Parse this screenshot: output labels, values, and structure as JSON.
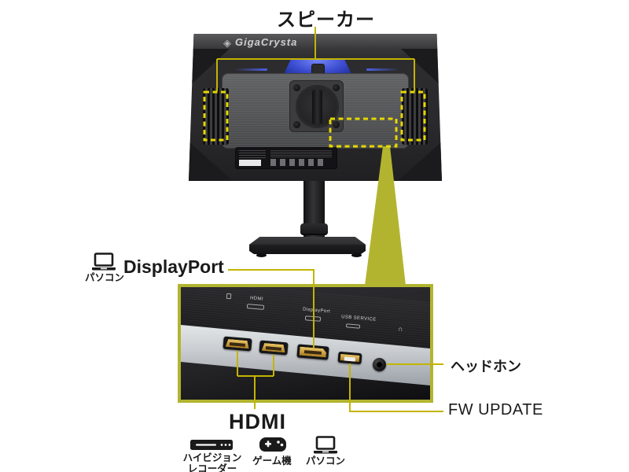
{
  "colors": {
    "callout_line": "#c3b400",
    "dashed_box": "#e6d800",
    "wedge": "#b2b430",
    "label_text": "#1a1a1a",
    "blue_glow": "#4d5fe8"
  },
  "monitor": {
    "brand_logo": "GigaCrysta"
  },
  "callouts": {
    "speaker": "スピーカー",
    "displayport": "DisplayPort",
    "displayport_source": "パソコン",
    "hdmi": "HDMI",
    "headphone": "ヘッドホン",
    "fw_update": "FW UPDATE"
  },
  "port_prints": {
    "hdmi": "HDMI",
    "displayport": "DisplayPort",
    "usb": "USB SERVICE"
  },
  "devices": [
    {
      "icon": "recorder-icon",
      "line1": "ハイビジョン",
      "line2": "レコーダー"
    },
    {
      "icon": "gamepad-icon",
      "line1": "ゲーム機",
      "line2": ""
    },
    {
      "icon": "laptop-icon",
      "line1": "パソコン",
      "line2": ""
    }
  ]
}
